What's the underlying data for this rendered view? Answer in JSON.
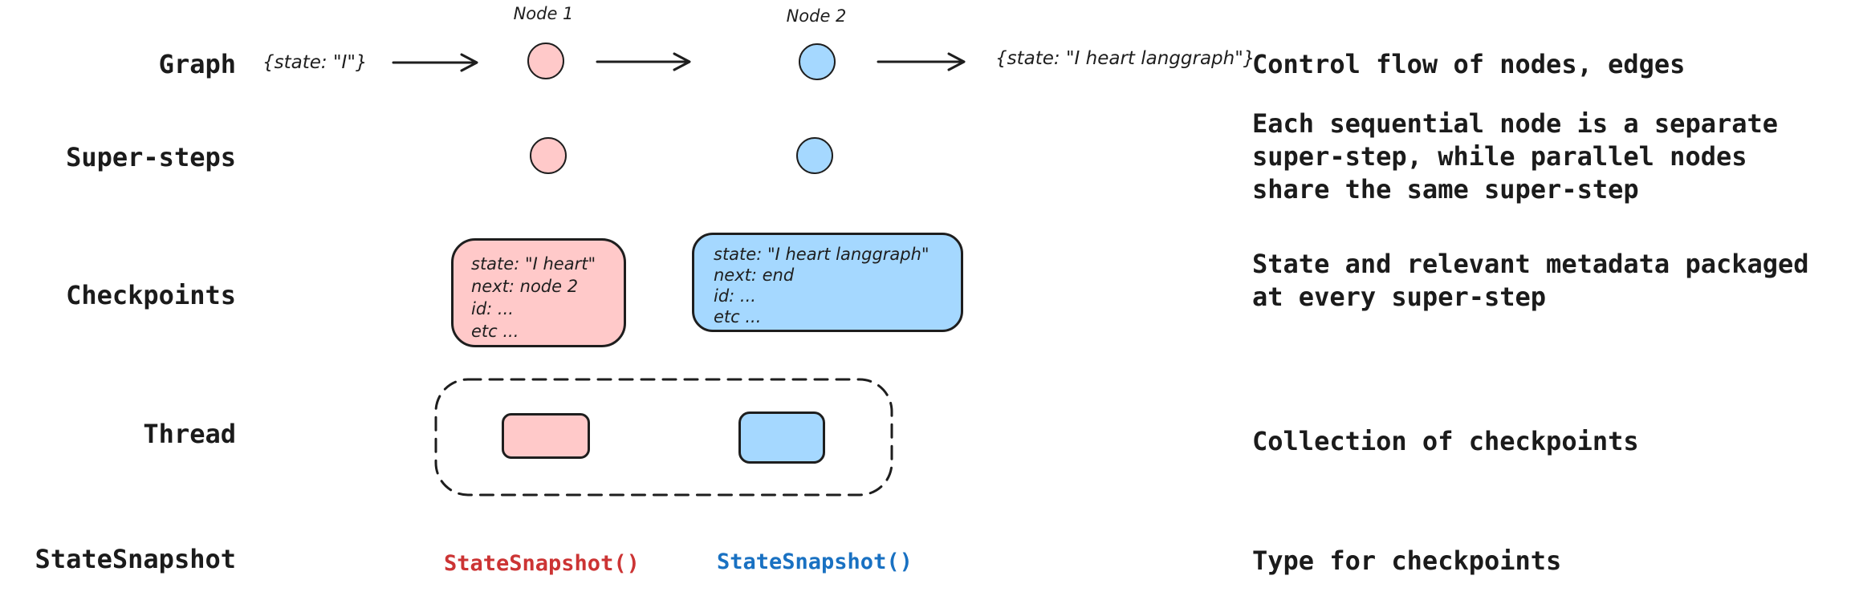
{
  "rows": {
    "graph": {
      "label": "Graph",
      "description": "Control flow of nodes, edges",
      "input_state": "{state: \"I\"}",
      "output_state": "{state: \"I heart langgraph\"}",
      "node1_label": "Node 1",
      "node2_label": "Node 2"
    },
    "super_steps": {
      "label": "Super-steps",
      "description": "Each sequential node is a separate\nsuper-step, while parallel nodes\nshare the same super-step"
    },
    "checkpoints": {
      "label": "Checkpoints",
      "description": "State and relevant metadata packaged\nat every super-step",
      "pink_card_lines": [
        "state: \"I heart\"",
        "next: node 2",
        "id: ...",
        "etc ..."
      ],
      "blue_card_lines": [
        "state: \"I heart langgraph\"",
        "next: end",
        "id: ...",
        "etc ..."
      ]
    },
    "thread": {
      "label": "Thread",
      "description": "Collection of checkpoints"
    },
    "state_snapshot": {
      "label": "StateSnapshot",
      "description": "Type for checkpoints",
      "pink_code": "StateSnapshot()",
      "blue_code": "StateSnapshot()"
    }
  },
  "colors": {
    "node_pink_fill": "#ffc9c9",
    "node_blue_fill": "#a5d8ff",
    "stroke": "#1e1e1e",
    "text": "#1b1b1b",
    "red_code_text": "#cc3434",
    "blue_code_text": "#1971c2"
  }
}
